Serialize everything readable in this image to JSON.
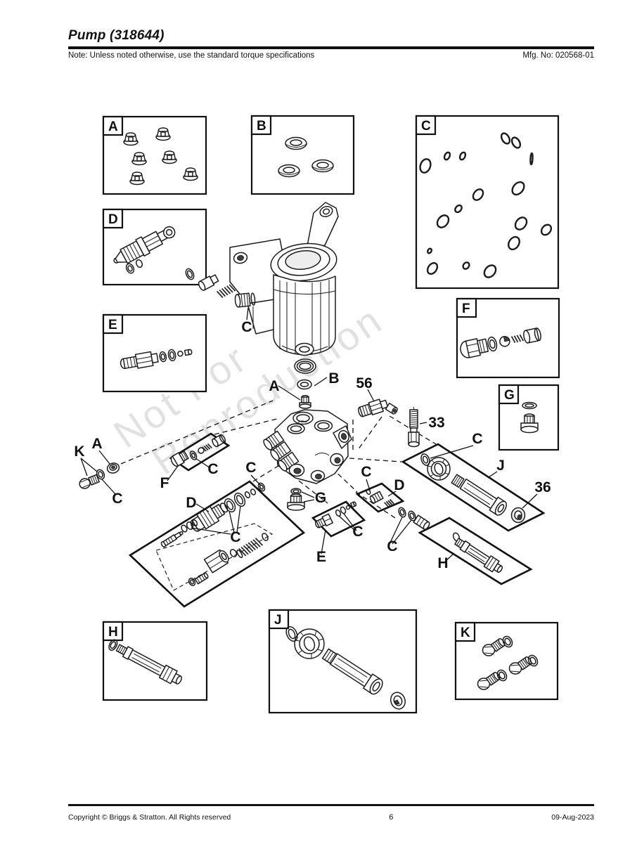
{
  "header": {
    "title": "Pump (318644)",
    "note": "Note: Unless noted otherwise, use the standard torque specifications",
    "mfg_no": "Mfg. No: 020568-01"
  },
  "footer": {
    "copyright": "Copyright ©  Briggs & Stratton. All Rights reserved",
    "page_number": "6",
    "date": "09-Aug-2023"
  },
  "watermark": {
    "line1": "Not For",
    "line2": "Reproduction"
  },
  "panels": [
    {
      "label": "A"
    },
    {
      "label": "B"
    },
    {
      "label": "C"
    },
    {
      "label": "D"
    },
    {
      "label": "E"
    },
    {
      "label": "F"
    },
    {
      "label": "G"
    },
    {
      "label": "H"
    },
    {
      "label": "J"
    },
    {
      "label": "K"
    }
  ],
  "callouts": [
    {
      "label": "C"
    },
    {
      "label": "A"
    },
    {
      "label": "B"
    },
    {
      "label": "56"
    },
    {
      "label": "33"
    },
    {
      "label": "C"
    },
    {
      "label": "J"
    },
    {
      "label": "36"
    },
    {
      "label": "K"
    },
    {
      "label": "A"
    },
    {
      "label": "C"
    },
    {
      "label": "F"
    },
    {
      "label": "C"
    },
    {
      "label": "D"
    },
    {
      "label": "C"
    },
    {
      "label": "C"
    },
    {
      "label": "G"
    },
    {
      "label": "C"
    },
    {
      "label": "D"
    },
    {
      "label": "E"
    },
    {
      "label": "C"
    },
    {
      "label": "C"
    },
    {
      "label": "H"
    }
  ]
}
